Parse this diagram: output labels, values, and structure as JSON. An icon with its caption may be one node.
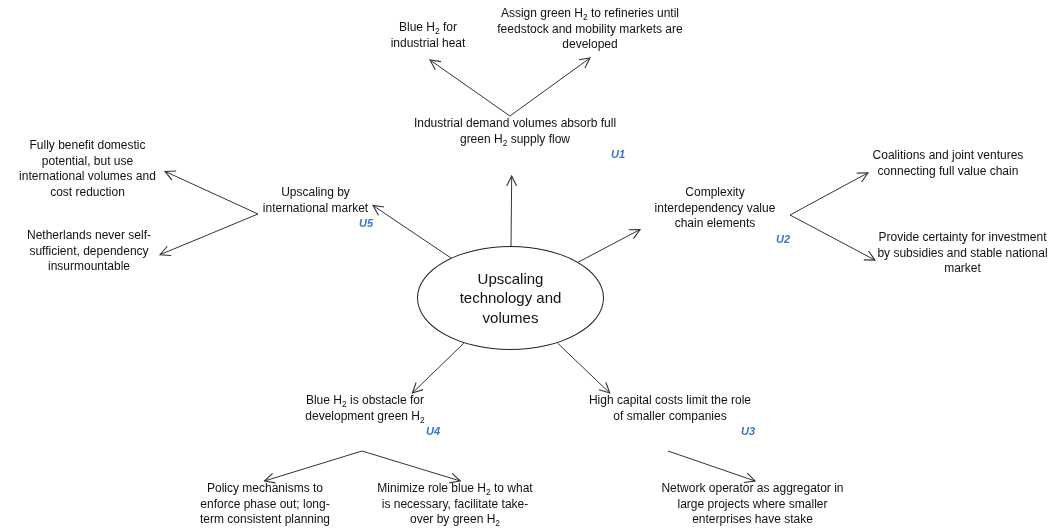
{
  "diagram": {
    "nodes": [
      {
        "text": [
          "Upscaling technology and volumes"
        ]
      },
      {
        "text": [
          "Industrial demand volumes absorb full green H$_{2}$ supply flow"
        ],
        "beside": [
          "U1"
        ]
      },
      {
        "text": [
          "Blue H$_{2}$ for industrial heat"
        ]
      },
      {
        "text": [
          "Assign green H$_{2}$ to refineries until feedstock and mobility markets are developed"
        ]
      },
      {
        "text": [
          "Complexity interdependency value chain elements"
        ],
        "beside": [
          "U2"
        ]
      },
      {
        "text": [
          "Coalitions and joint ventures connecting full value chain"
        ]
      },
      {
        "text": [
          "Provide certainty for investment by subsidies and stable national market"
        ]
      },
      {
        "text": [
          "High capital costs limit the role of smaller companies"
        ],
        "beside": [
          "U3"
        ]
      },
      {
        "text": [
          "Network operator as aggregator in large projects where smaller enterprises have stake"
        ]
      },
      {
        "text": [
          "Blue H$_{2}$ is obstacle for development green H$_{2}$"
        ],
        "beside": [
          "U4"
        ]
      },
      {
        "text": [
          "Policy mechanisms to enforce phase out; long-term consistent planning"
        ]
      },
      {
        "text": [
          "Minimize role blue H$_{2}$ to what is necessary, facilitate take-over by green H$_{2}$"
        ]
      },
      {
        "text": [
          "Upscaling by international market"
        ],
        "beside": [
          "U5"
        ]
      },
      {
        "text": [
          "Fully benefit domestic potential, but use international volumes and cost reduction"
        ]
      },
      {
        "text": [
          "Netherlands never self-sufficient, dependency insurmountable"
        ]
      }
    ],
    "edges": [
      {
        "from": 0,
        "to": 1,
        "arrow": "to"
      },
      {
        "from": 1,
        "to": 2,
        "arrow": "to"
      },
      {
        "from": 1,
        "to": 3,
        "arrow": "to"
      },
      {
        "from": 0,
        "to": 4,
        "arrow": "to"
      },
      {
        "from": 4,
        "to": 5,
        "arrow": "to"
      },
      {
        "from": 4,
        "to": 6,
        "arrow": "to"
      },
      {
        "from": 0,
        "to": 7,
        "arrow": "to"
      },
      {
        "from": 7,
        "to": 8,
        "arrow": "to"
      },
      {
        "from": 0,
        "to": 9,
        "arrow": "to"
      },
      {
        "from": 9,
        "to": 10,
        "arrow": "to"
      },
      {
        "from": 9,
        "to": 11,
        "arrow": "to"
      },
      {
        "from": 0,
        "to": 12,
        "arrow": "to"
      },
      {
        "from": 12,
        "to": 13,
        "arrow": "to"
      },
      {
        "from": 12,
        "to": 14,
        "arrow": "to"
      }
    ]
  }
}
